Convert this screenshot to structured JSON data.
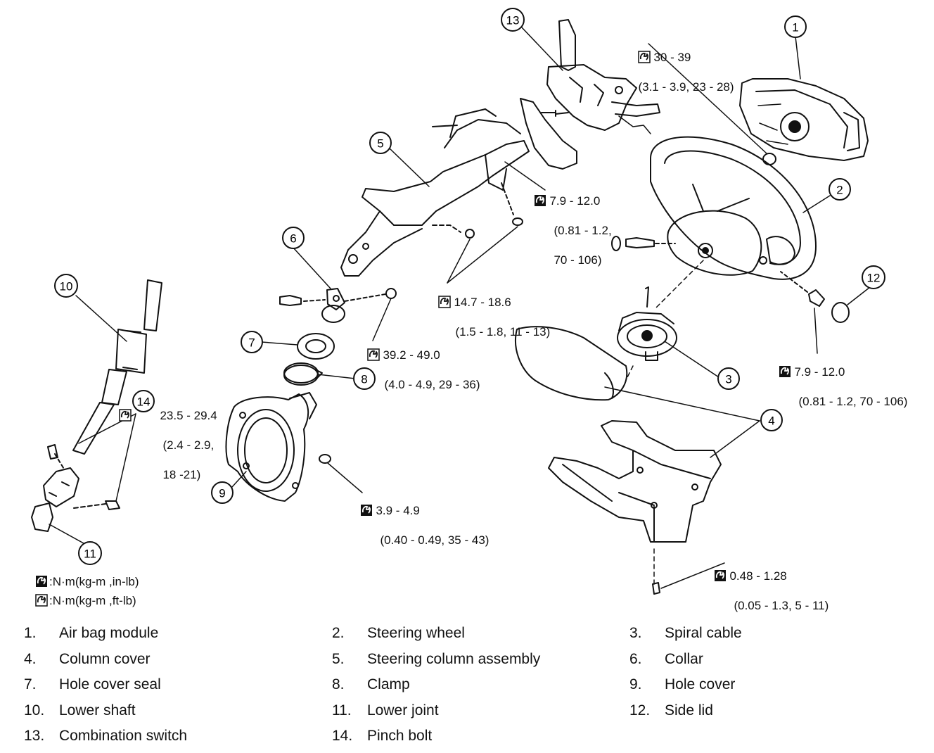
{
  "callouts": [
    "1",
    "2",
    "3",
    "4",
    "5",
    "6",
    "7",
    "8",
    "9",
    "10",
    "11",
    "12",
    "13",
    "14"
  ],
  "torque_specs": [
    {
      "id": "t1",
      "lines": [
        "30 - 39",
        "(3.1 - 3.9, 23 - 28)"
      ]
    },
    {
      "id": "t2",
      "lines": [
        "7.9 - 12.0",
        "(0.81 - 1.2,",
        "70 - 106)"
      ]
    },
    {
      "id": "t3",
      "lines": [
        "14.7 - 18.6",
        "(1.5 - 1.8, 11 - 13)"
      ]
    },
    {
      "id": "t4",
      "lines": [
        "39.2 - 49.0",
        "(4.0 - 4.9, 29 - 36)"
      ]
    },
    {
      "id": "t5",
      "lines": [
        "23.5 - 29.4",
        "(2.4 - 2.9,",
        "18 -21)"
      ]
    },
    {
      "id": "t6",
      "lines": [
        "3.9 - 4.9",
        "(0.40 - 0.49, 35 - 43)"
      ]
    },
    {
      "id": "t7",
      "lines": [
        "7.9 - 12.0",
        "(0.81 - 1.2, 70 - 106)"
      ]
    },
    {
      "id": "t8",
      "lines": [
        "0.48 - 1.28",
        "(0.05 - 1.3, 5 - 11)"
      ]
    }
  ],
  "legend_units": [
    ":N·m(kg-m ,in-lb)",
    ":N·m(kg-m ,ft-lb)"
  ],
  "parts": [
    {
      "num": "1.",
      "name": "Air bag module"
    },
    {
      "num": "2.",
      "name": "Steering wheel"
    },
    {
      "num": "3.",
      "name": "Spiral cable"
    },
    {
      "num": "4.",
      "name": "Column cover"
    },
    {
      "num": "5.",
      "name": "Steering column assembly"
    },
    {
      "num": "6.",
      "name": "Collar"
    },
    {
      "num": "7.",
      "name": "Hole cover seal"
    },
    {
      "num": "8.",
      "name": "Clamp"
    },
    {
      "num": "9.",
      "name": "Hole cover"
    },
    {
      "num": "10.",
      "name": "Lower shaft"
    },
    {
      "num": "11.",
      "name": "Lower joint"
    },
    {
      "num": "12.",
      "name": "Side lid"
    },
    {
      "num": "13.",
      "name": "Combination switch"
    },
    {
      "num": "14.",
      "name": "Pinch bolt"
    }
  ]
}
